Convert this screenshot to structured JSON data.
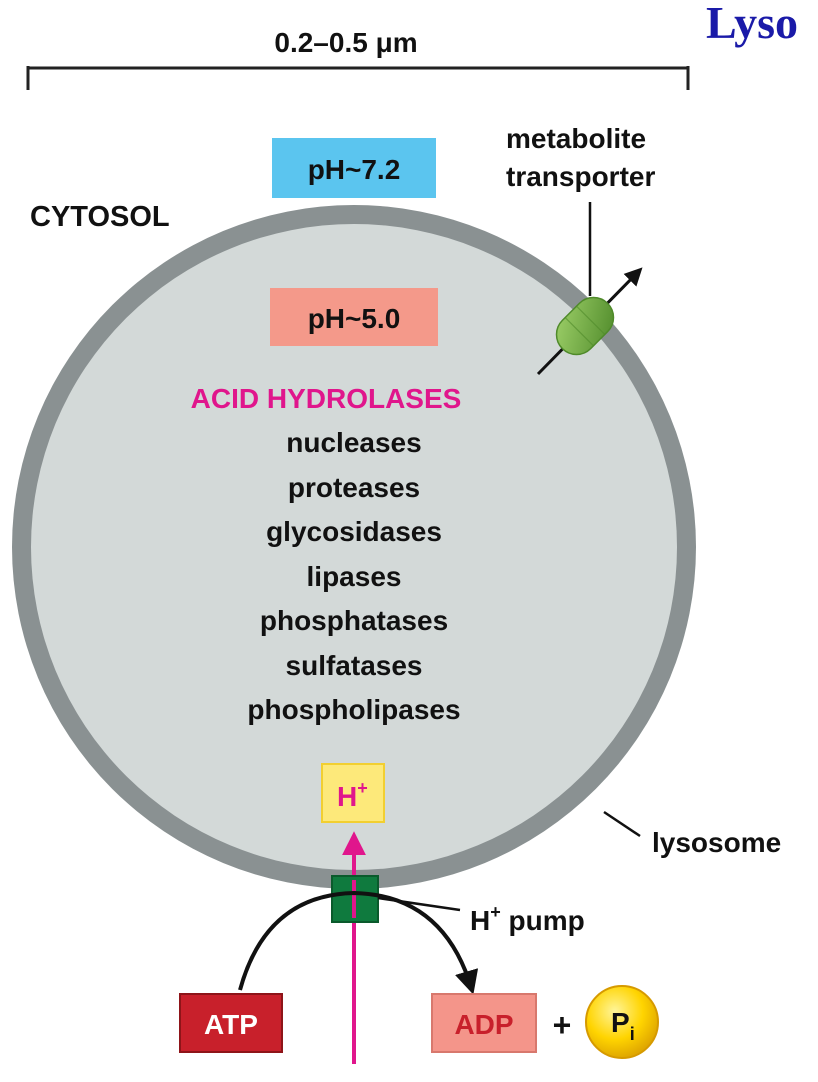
{
  "title": "Lyso",
  "scale": {
    "label": "0.2–0.5 μm"
  },
  "cytosol": {
    "label": "CYTOSOL",
    "ph": "pH~7.2"
  },
  "lysosome": {
    "label": "lysosome",
    "ph": "pH~5.0",
    "enzymes": {
      "heading": "ACID HYDROLASES",
      "items": [
        "nucleases",
        "proteases",
        "glycosidases",
        "lipases",
        "phosphatases",
        "sulfatases",
        "phospholipases"
      ]
    }
  },
  "transporter": {
    "label_line1": "metabolite",
    "label_line2": "transporter"
  },
  "pump": {
    "ion": "H",
    "ion_charge": "+",
    "label_rest": " pump"
  },
  "reaction": {
    "atp": "ATP",
    "adp": "ADP",
    "plus": "+",
    "pi_main": "P",
    "pi_sub": "i"
  },
  "colors": {
    "membrane": "#8a9192",
    "lumen": "#d3d9d8",
    "cytosol_ph_box": "#5bc5ef",
    "lumen_ph_box": "#f4998a",
    "hydrolase_heading": "#e0168c",
    "proton_arrow": "#e0168c",
    "pump": "#0f7a3e",
    "transporter": "#6fae3d",
    "atp": "#c8202b",
    "adp": "#f4958a",
    "pi": "#ffd400",
    "h_box": "#fde97a",
    "title": "#1a1aa8"
  }
}
